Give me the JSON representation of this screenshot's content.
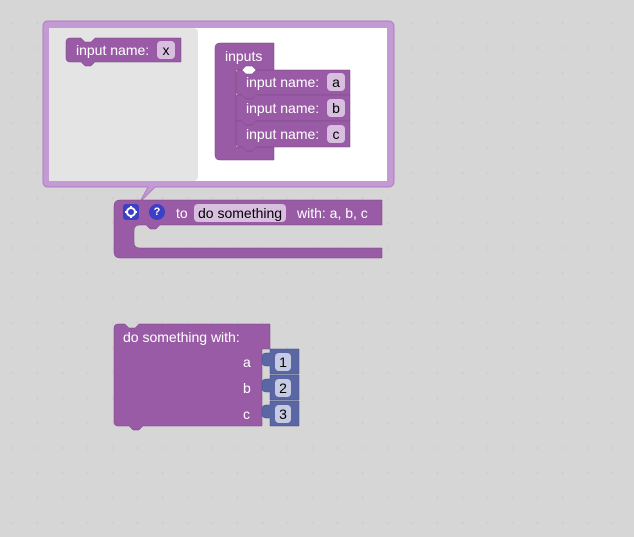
{
  "flyout": {
    "blocks": [
      {
        "label": "input name:",
        "value": "x"
      }
    ]
  },
  "mutator": {
    "container_label": "inputs",
    "items": [
      {
        "label": "input name:",
        "value": "a"
      },
      {
        "label": "input name:",
        "value": "b"
      },
      {
        "label": "input name:",
        "value": "c"
      }
    ]
  },
  "procedure_def": {
    "gear_icon": "gear-icon",
    "help_icon": "?",
    "to_label": "to",
    "name": "do something",
    "params_label": "with: a, b, c"
  },
  "procedure_call": {
    "title": "do something  with:",
    "args": [
      {
        "name": "a",
        "value": "1"
      },
      {
        "name": "b",
        "value": "2"
      },
      {
        "name": "c",
        "value": "3"
      }
    ]
  },
  "colors": {
    "procedure": "#995ba5",
    "math": "#5b67a5",
    "bubble_border": "#cfa7de",
    "flyout_bg": "#e4e4e4",
    "workspace_bg": "#fdfdf9"
  }
}
